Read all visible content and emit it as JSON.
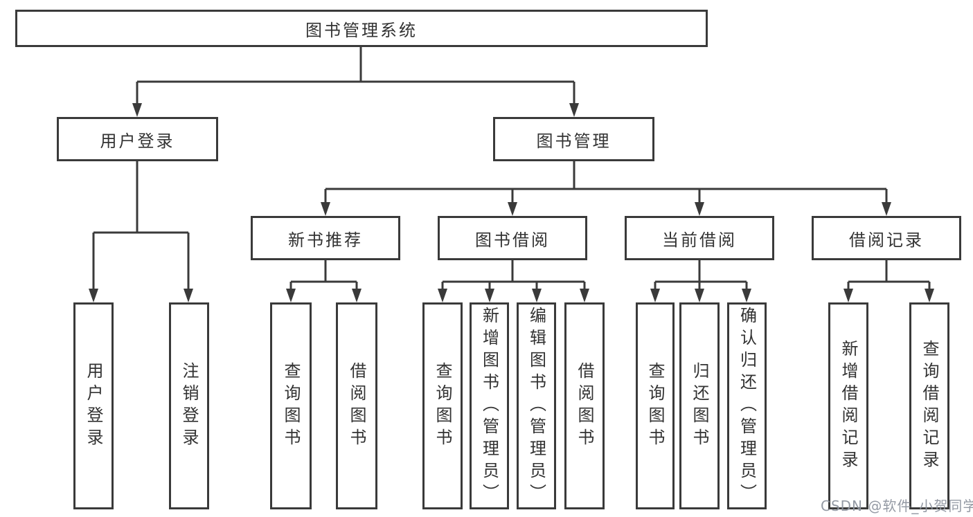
{
  "diagram": {
    "type": "tree",
    "root": {
      "label": "图书管理系统"
    },
    "branches": [
      {
        "label": "用户登录",
        "children": [
          {
            "label": "用户登录"
          },
          {
            "label": "注销登录"
          }
        ]
      },
      {
        "label": "图书管理",
        "children": [
          {
            "label": "新书推荐",
            "children": [
              {
                "label": "查询图书"
              },
              {
                "label": "借阅图书"
              }
            ]
          },
          {
            "label": "图书借阅",
            "children": [
              {
                "label": "查询图书"
              },
              {
                "label": "新增图书（管理员）"
              },
              {
                "label": "编辑图书（管理员）"
              },
              {
                "label": "借阅图书"
              }
            ]
          },
          {
            "label": "当前借阅",
            "children": [
              {
                "label": "查询图书"
              },
              {
                "label": "归还图书"
              },
              {
                "label": "确认归还（管理员）"
              }
            ]
          },
          {
            "label": "借阅记录",
            "children": [
              {
                "label": "新增借阅记录"
              },
              {
                "label": "查询借阅记录"
              }
            ]
          }
        ]
      }
    ]
  },
  "watermark": {
    "text": "CSDN @软件_小贺同学"
  },
  "colors": {
    "line": "#3a3a3a",
    "text": "#323232",
    "watermark": "#8f95a0",
    "background": "#ffffff"
  }
}
